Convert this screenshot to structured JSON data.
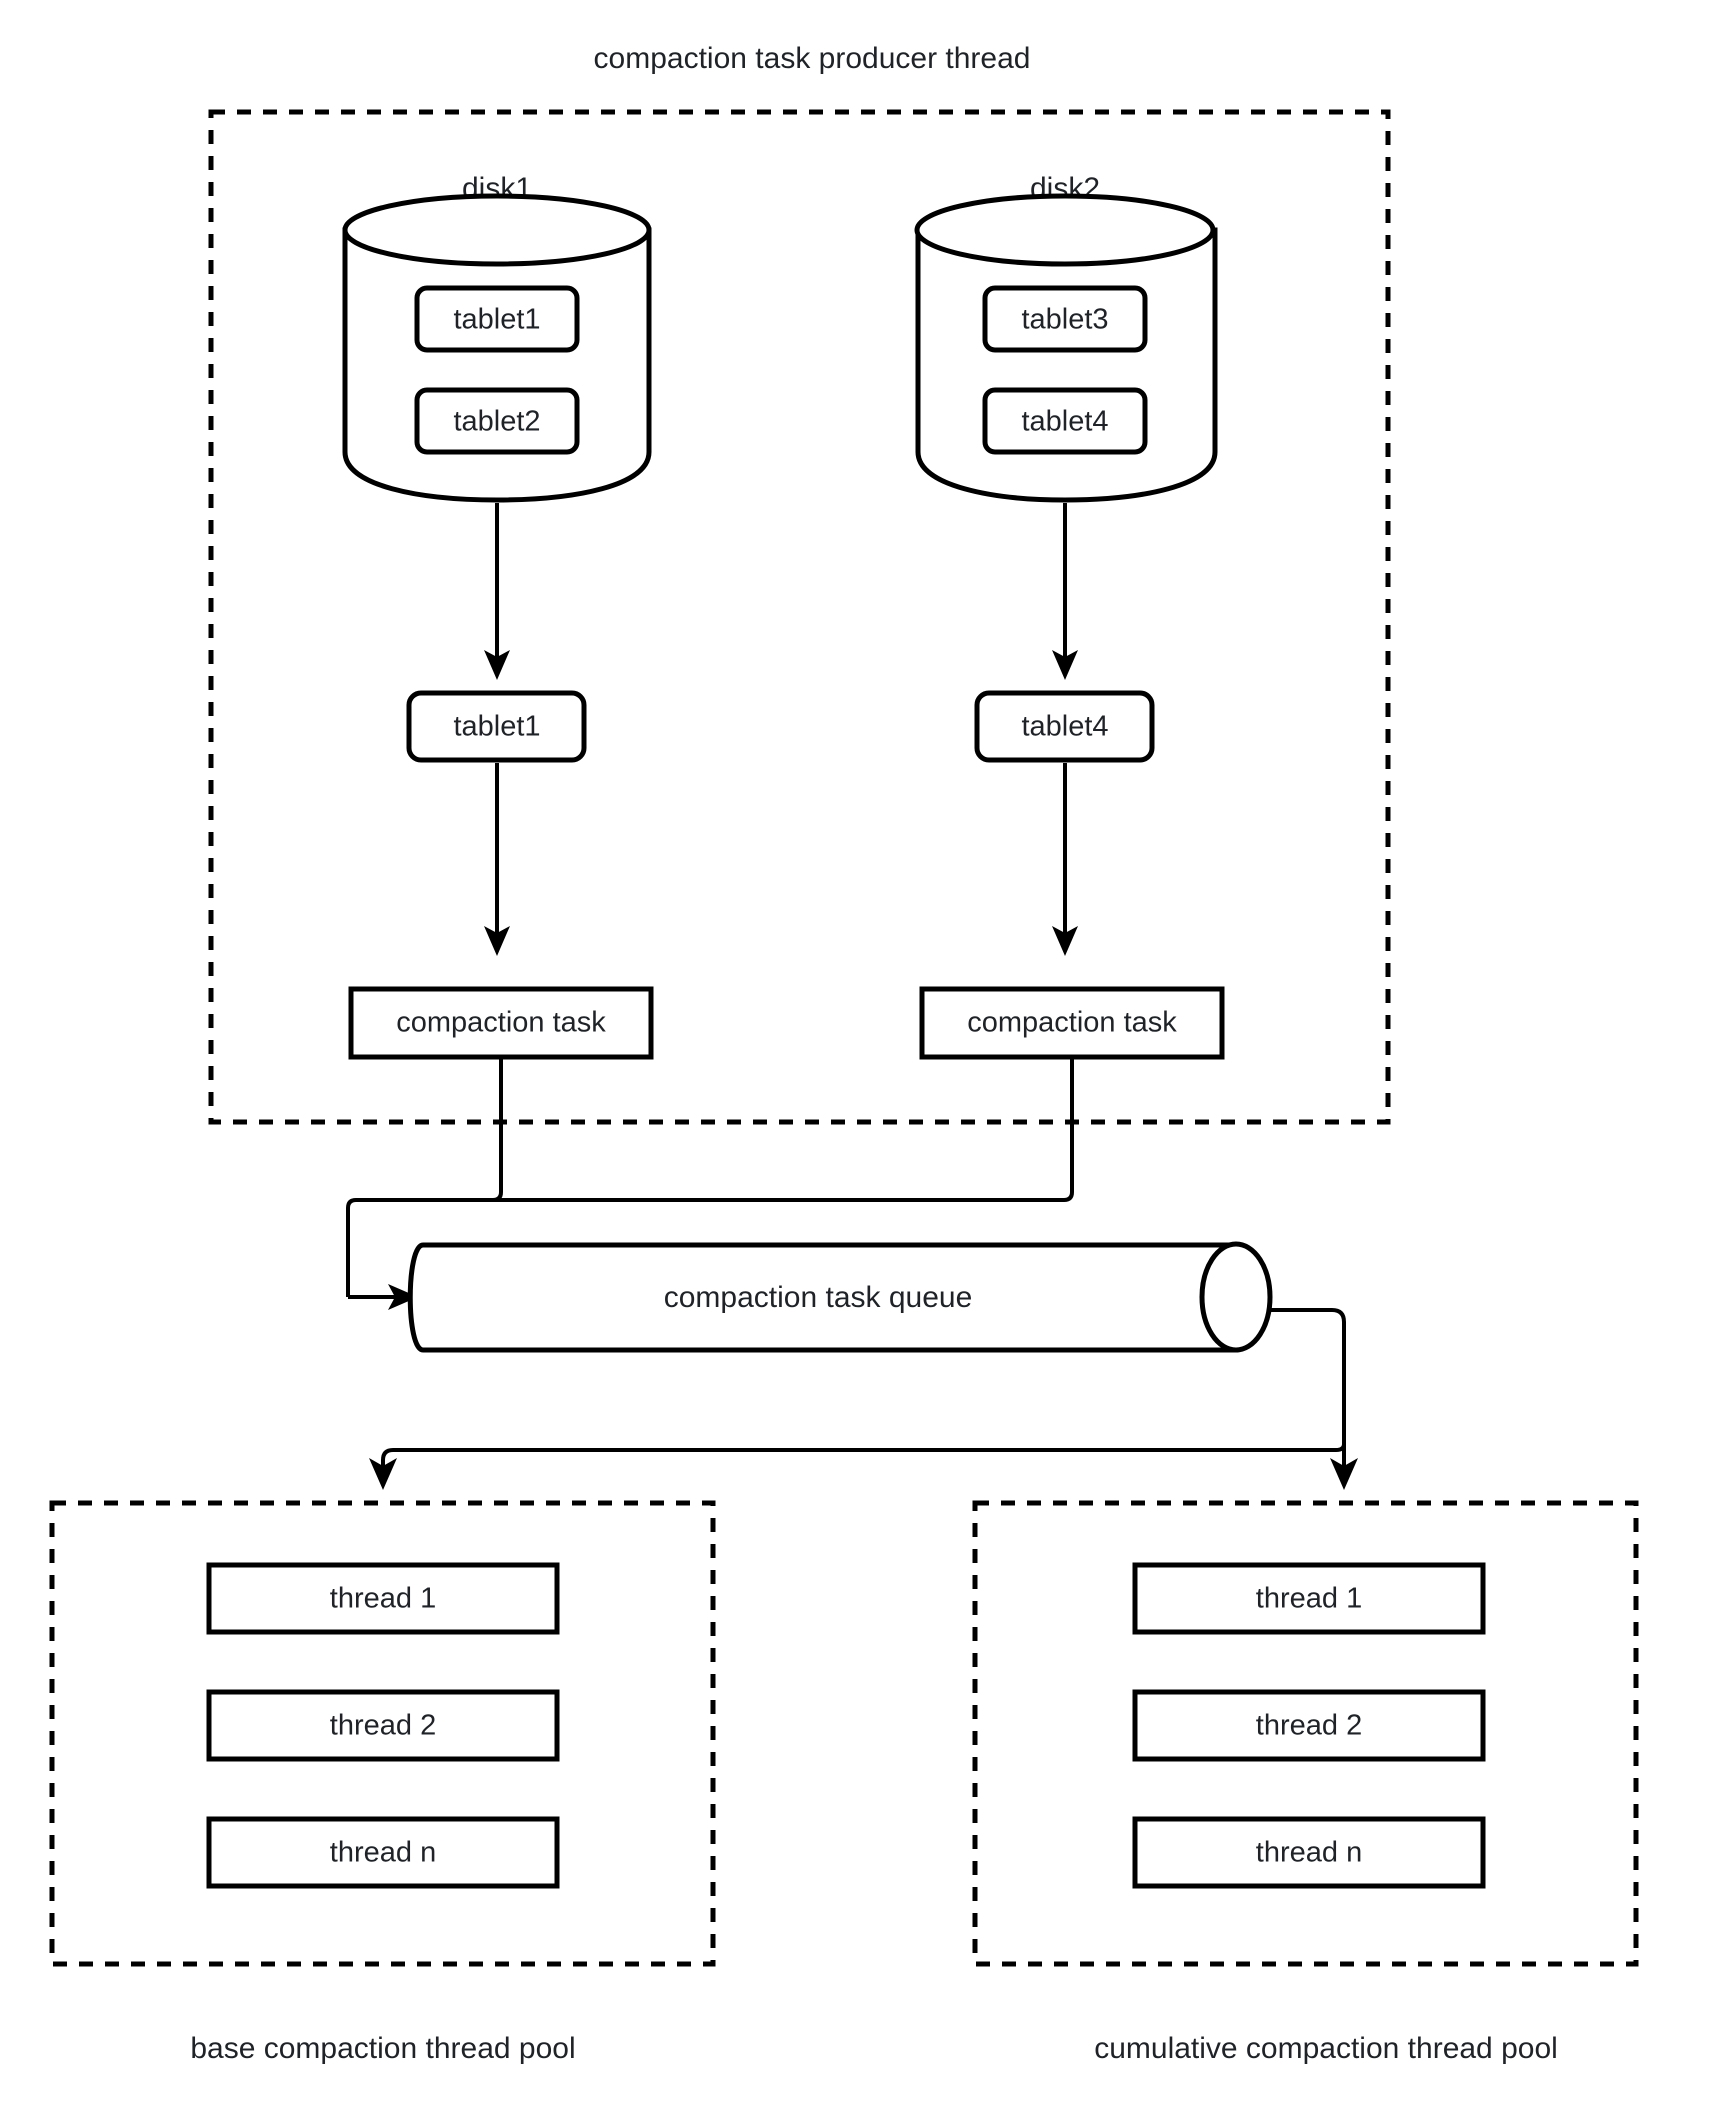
{
  "diagram": {
    "title": "compaction task producer thread",
    "producer": {
      "disks": [
        {
          "label": "disk1",
          "tablets": [
            "tablet1",
            "tablet2"
          ],
          "selected_tablet": "tablet1",
          "task_label": "compaction task"
        },
        {
          "label": "disk2",
          "tablets": [
            "tablet3",
            "tablet4"
          ],
          "selected_tablet": "tablet4",
          "task_label": "compaction task"
        }
      ]
    },
    "queue": {
      "label": "compaction task queue"
    },
    "pools": [
      {
        "caption": "base compaction thread pool",
        "threads": [
          "thread 1",
          "thread 2",
          "thread n"
        ]
      },
      {
        "caption": "cumulative compaction thread pool",
        "threads": [
          "thread 1",
          "thread 2",
          "thread n"
        ]
      }
    ],
    "colors": {
      "stroke": "#000000",
      "text": "#1f2328",
      "background": "#ffffff"
    }
  }
}
